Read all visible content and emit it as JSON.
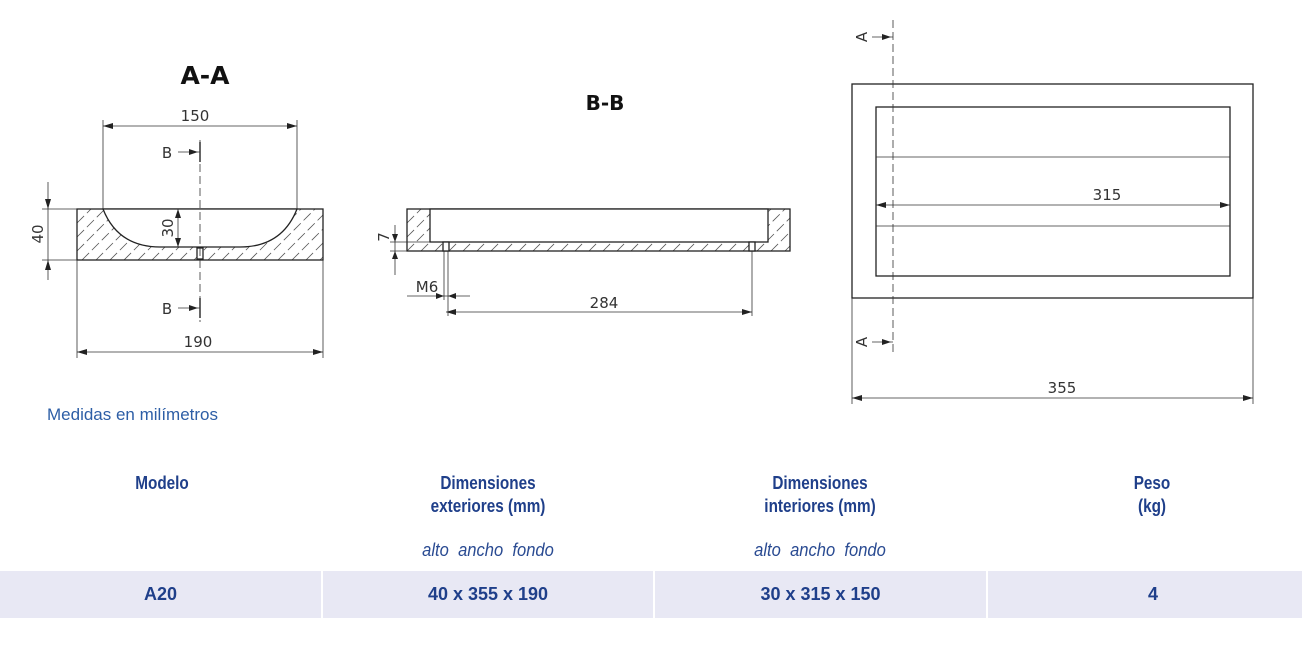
{
  "drawing": {
    "section_aa": {
      "title": "A-A",
      "dim_width_inner": "150",
      "dim_width_outer": "190",
      "dim_height": "40",
      "dim_depth": "30",
      "cut_label_top": "B",
      "cut_label_bottom": "B"
    },
    "section_bb": {
      "title": "B-B",
      "dim_base": "7",
      "thread": "M6",
      "dim_holes": "284"
    },
    "top_view": {
      "dim_inner": "315",
      "dim_outer": "355",
      "cut_label_top": "A",
      "cut_label_bottom": "A"
    }
  },
  "note": "Medidas en milímetros",
  "table": {
    "headers": [
      "Modelo",
      "Dimensiones\nexteriores (mm)",
      "Dimensiones\ninteriores (mm)",
      "Peso\n(kg)"
    ],
    "subheaders": [
      "",
      "alto  ancho  fondo",
      "alto  ancho  fondo",
      ""
    ],
    "rows": [
      [
        "A20",
        "40 x 355 x 190",
        "30 x 315 x 150",
        "4"
      ]
    ]
  },
  "colors": {
    "text_blue": "#1f3f8a",
    "row_bg": "#e8e8f4"
  }
}
